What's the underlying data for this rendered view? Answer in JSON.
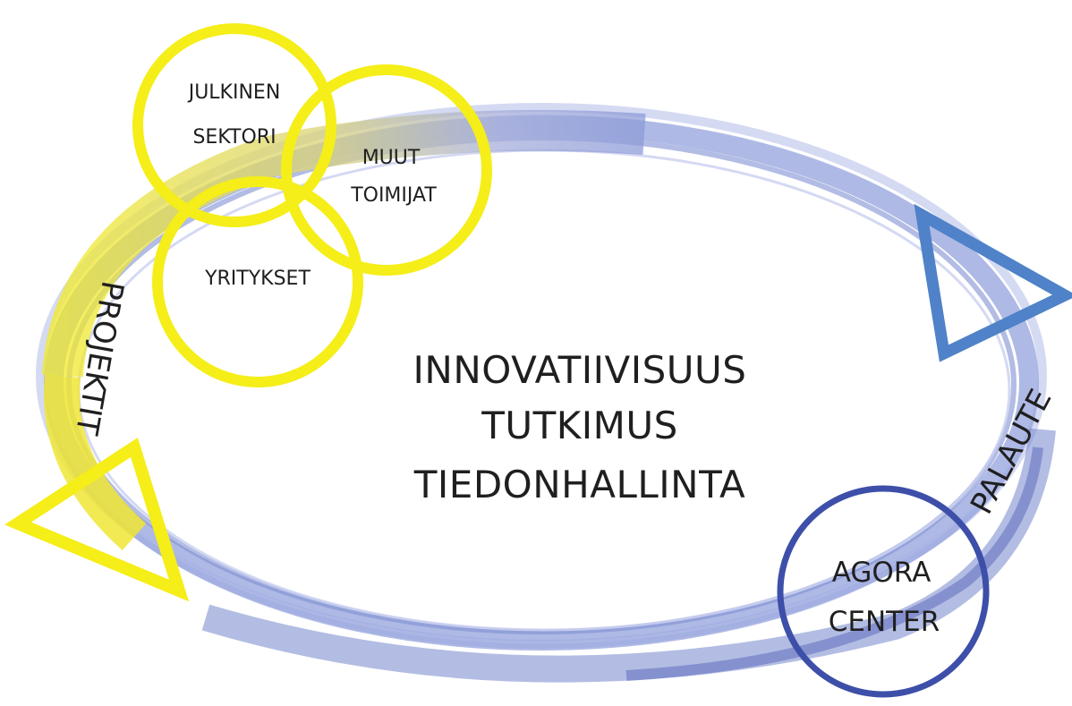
{
  "diagram": {
    "colors": {
      "cycle_blue": "#8c9bd8",
      "cycle_blue_light": "#b8c3ea",
      "cycle_blue_dark": "#5f6fc0",
      "yellow": "#f5ee18",
      "yellow_band": "#ece12a",
      "feedback_arrow": "#4f82c8",
      "agora_ring": "#3d4fa8",
      "text": "#1f1f1f"
    },
    "stakeholders": {
      "public_sector": [
        "JULKINEN",
        "SEKTORI"
      ],
      "other_actors": [
        "MUUT",
        "TOIMIJAT"
      ],
      "companies": [
        "YRITYKSET"
      ]
    },
    "center": {
      "line1": "INNOVATIIVISUUS",
      "line2": "TUTKIMUS",
      "line3": "TIEDONHALLINTA"
    },
    "agora": {
      "line1": "AGORA",
      "line2": "CENTER"
    },
    "arcs": {
      "left": "PROJEKTIT",
      "right": "PALAUTE"
    }
  }
}
